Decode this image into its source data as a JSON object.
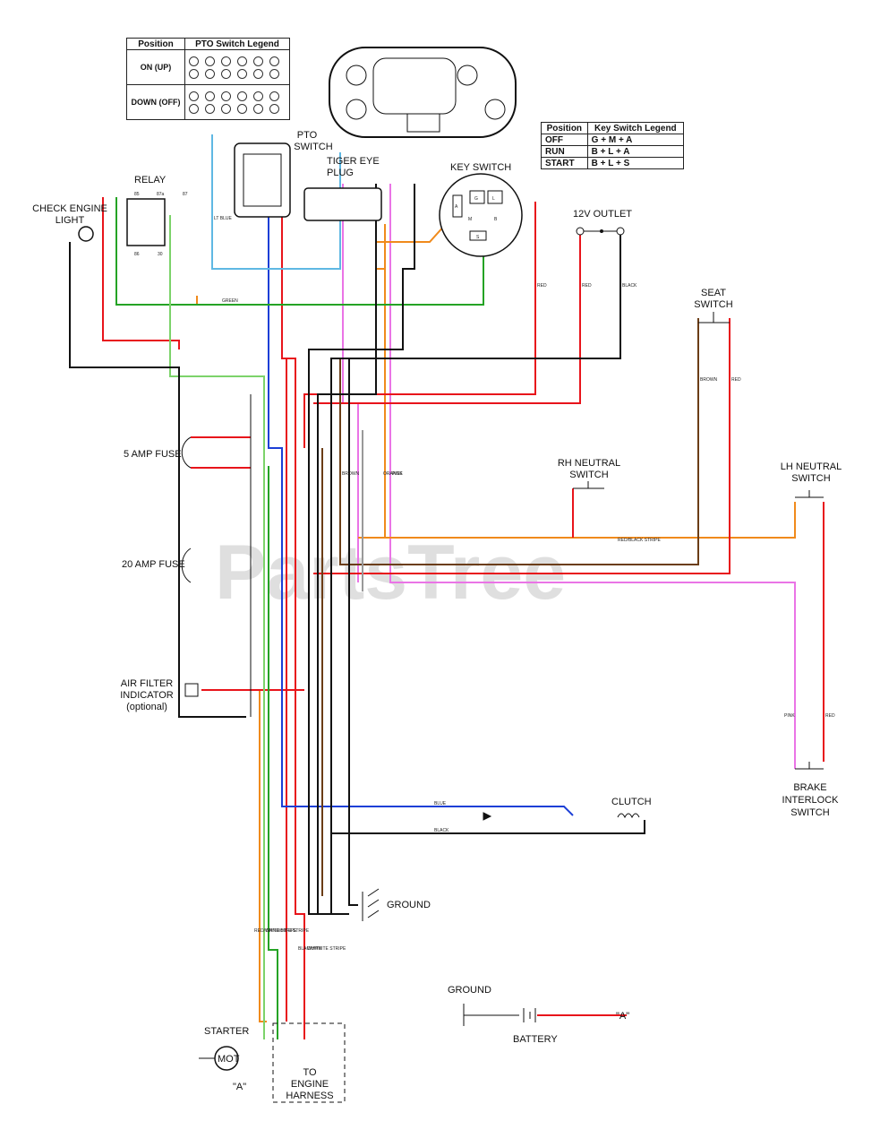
{
  "pto_legend": {
    "headers": [
      "Position",
      "PTO Switch Legend"
    ],
    "rows": [
      {
        "position": "ON (UP)"
      },
      {
        "position": "DOWN (OFF)"
      }
    ]
  },
  "key_legend": {
    "headers": [
      "Position",
      "Key Switch Legend"
    ],
    "rows": [
      {
        "position": "OFF",
        "value": "G + M + A"
      },
      {
        "position": "RUN",
        "value": "B + L + A"
      },
      {
        "position": "START",
        "value": "B + L + S"
      }
    ]
  },
  "components": {
    "pto_switch": "PTO\nSWITCH",
    "tiger_eye_plug": "TIGER EYE\nPLUG",
    "key_switch": "KEY SWITCH",
    "relay": "RELAY",
    "check_engine_light": "CHECK ENGINE\nLIGHT",
    "outlet_12v": "12V OUTLET",
    "seat_switch": "SEAT\nSWITCH",
    "fuse_5": "5 AMP FUSE",
    "fuse_20": "20 AMP FUSE",
    "rh_neutral": "RH NEUTRAL\nSWITCH",
    "lh_neutral": "LH NEUTRAL\nSWITCH",
    "air_filter": "AIR FILTER\nINDICATOR\n(optional)",
    "brake_interlock": "BRAKE\nINTERLOCK\nSWITCH",
    "clutch": "CLUTCH",
    "ground_main": "GROUND",
    "ground_battery": "GROUND",
    "battery": "BATTERY",
    "starter": "STARTER",
    "engine_harness": "TO\nENGINE\nHARNESS",
    "starter_motor": "MOT",
    "point_a": "\"A\""
  },
  "relay_terminals": [
    "85",
    "87a",
    "87",
    "86",
    "30"
  ],
  "key_terminals": [
    "G",
    "L",
    "A",
    "M",
    "B",
    "S"
  ],
  "wire_labels": {
    "red": "RED",
    "black": "BLACK",
    "blue": "BLUE",
    "green": "GREEN",
    "brown": "BROWN",
    "orange": "ORANGE",
    "pink": "PINK",
    "white": "WHITE",
    "grn_white": "GRN/WHITE STRIPE",
    "red_white": "RED/WHITE STRIPE",
    "black_white": "BLACK/WHITE STRIPE",
    "red_black": "RED/BLACK STRIPE",
    "lt_blue": "LT BLUE"
  },
  "watermark": "PartsTree",
  "colors": {
    "red": "#e8141b",
    "black": "#111111",
    "blue": "#1c3fd6",
    "green": "#25a325",
    "lt_green": "#7cd36a",
    "brown": "#6b3d16",
    "orange": "#f08a1c",
    "pink": "#ea74e6",
    "lt_blue": "#5fb8e3",
    "white_wire": "#999999"
  }
}
